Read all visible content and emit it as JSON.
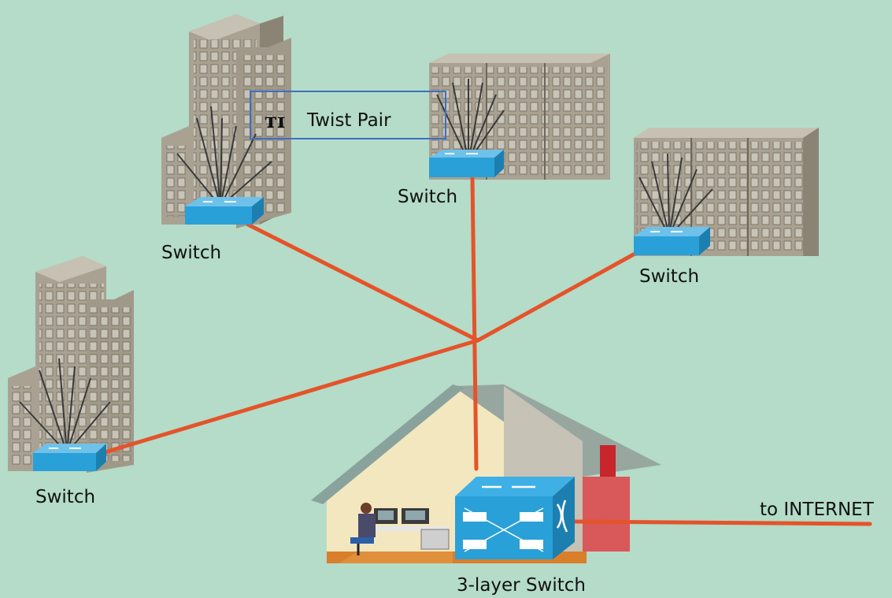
{
  "diagram": {
    "labels": {
      "switch_top_left": "Switch",
      "switch_top_center": "Switch",
      "switch_right": "Switch",
      "switch_left": "Switch",
      "core_switch": "3-layer Switch",
      "internet": "to INTERNET",
      "twist_pair": "Twist Pair",
      "twist_pair_glyph": "ᴛɪ"
    },
    "colors": {
      "background": "#b4dcc8",
      "link": "#e5532a",
      "building_front": "#a9a293",
      "building_side": "#8b8474",
      "switch": "#2aa0d8",
      "callout_border": "#3f6fc4"
    },
    "icons": [
      "building-icon",
      "switch-icon",
      "house-icon",
      "operator-icon",
      "chimney-icon"
    ]
  }
}
